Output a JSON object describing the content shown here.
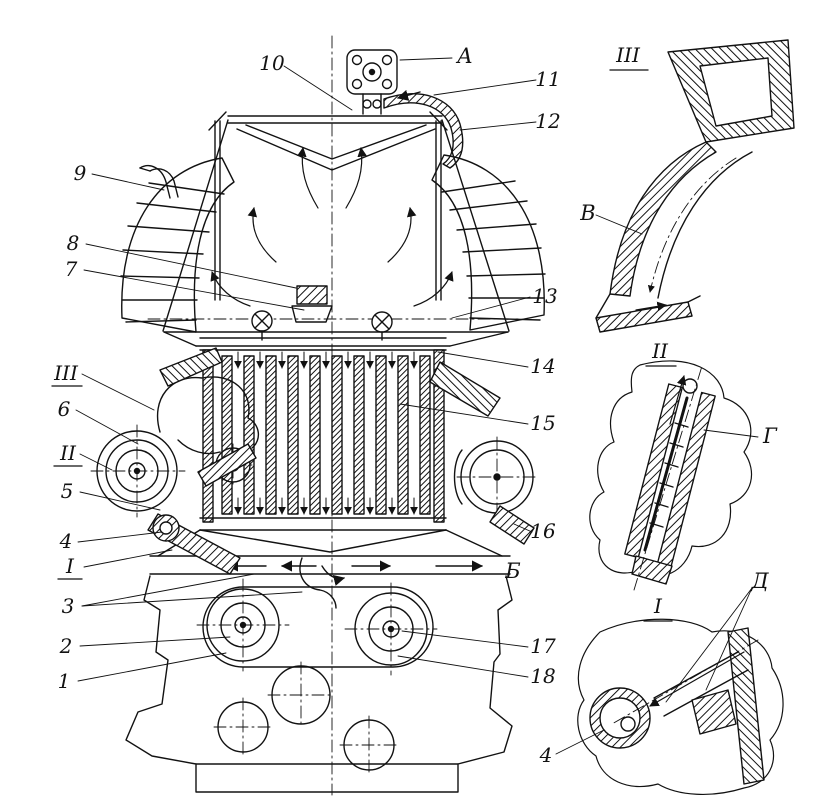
{
  "figure": {
    "bg": "#ffffff",
    "ink": "#121212",
    "kind": "engine-cooling-system-cross-section"
  },
  "callouts": {
    "c1": "1",
    "c2": "2",
    "c3": "3",
    "c4": "4",
    "c5": "5",
    "c6": "6",
    "c7": "7",
    "c8": "8",
    "c9": "9",
    "c10": "10",
    "c11": "11",
    "c12": "12",
    "c13": "13",
    "c14": "14",
    "c15": "15",
    "c16": "16",
    "c17": "17",
    "c18": "18",
    "cA": "А",
    "cB": "Б"
  },
  "section_refs": {
    "r3": "III",
    "r2": "II",
    "r1": "I"
  },
  "detail_views": {
    "v3": {
      "title": "III",
      "letter": "В"
    },
    "v2": {
      "title": "II",
      "letter": "Г"
    },
    "v1": {
      "title": "I",
      "letter": "Д"
    }
  }
}
